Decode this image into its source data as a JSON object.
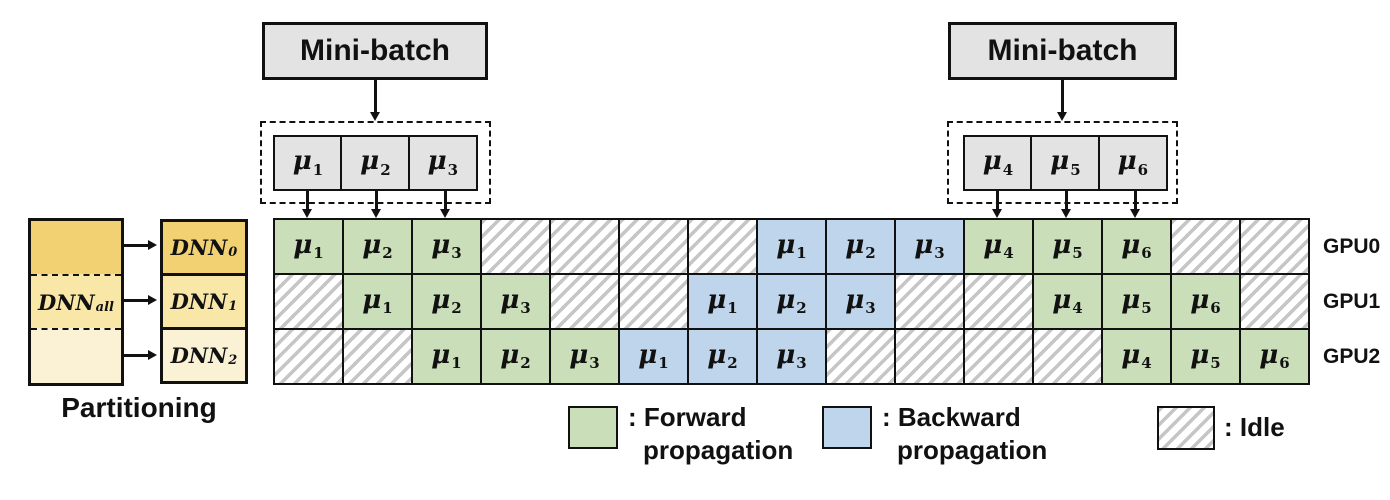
{
  "colors": {
    "forward": "#CBDEBA",
    "backward": "#BFD5EC",
    "idle_hatch": "#C6C6C6",
    "minibatch_fill": "#E3E3E3",
    "dnn_shade_0": "#F2D173",
    "dnn_shade_1": "#F8E7A6",
    "dnn_shade_2": "#FBF1D4",
    "border": "#111111"
  },
  "partitioning": {
    "caption": "Partitioning",
    "source": {
      "base": "DNN",
      "sub": "all"
    },
    "targets": [
      {
        "base": "DNN",
        "sub": "0"
      },
      {
        "base": "DNN",
        "sub": "1"
      },
      {
        "base": "DNN",
        "sub": "2"
      }
    ]
  },
  "minibatches": [
    {
      "title": "Mini-batch",
      "cells": [
        {
          "sym": "μ",
          "sub": "1"
        },
        {
          "sym": "μ",
          "sub": "2"
        },
        {
          "sym": "μ",
          "sub": "3"
        }
      ]
    },
    {
      "title": "Mini-batch",
      "cells": [
        {
          "sym": "μ",
          "sub": "4"
        },
        {
          "sym": "μ",
          "sub": "5"
        },
        {
          "sym": "μ",
          "sub": "6"
        }
      ]
    }
  ],
  "pipeline": {
    "rows": [
      {
        "gpu": "GPU0",
        "cells": [
          {
            "state": "forward",
            "sym": "μ",
            "sub": "1"
          },
          {
            "state": "forward",
            "sym": "μ",
            "sub": "2"
          },
          {
            "state": "forward",
            "sym": "μ",
            "sub": "3"
          },
          {
            "state": "idle"
          },
          {
            "state": "idle"
          },
          {
            "state": "idle"
          },
          {
            "state": "idle"
          },
          {
            "state": "backward",
            "sym": "μ",
            "sub": "1"
          },
          {
            "state": "backward",
            "sym": "μ",
            "sub": "2"
          },
          {
            "state": "backward",
            "sym": "μ",
            "sub": "3"
          },
          {
            "state": "forward",
            "sym": "μ",
            "sub": "4"
          },
          {
            "state": "forward",
            "sym": "μ",
            "sub": "5"
          },
          {
            "state": "forward",
            "sym": "μ",
            "sub": "6"
          },
          {
            "state": "idle"
          },
          {
            "state": "idle"
          }
        ]
      },
      {
        "gpu": "GPU1",
        "cells": [
          {
            "state": "idle"
          },
          {
            "state": "forward",
            "sym": "μ",
            "sub": "1"
          },
          {
            "state": "forward",
            "sym": "μ",
            "sub": "2"
          },
          {
            "state": "forward",
            "sym": "μ",
            "sub": "3"
          },
          {
            "state": "idle"
          },
          {
            "state": "idle"
          },
          {
            "state": "backward",
            "sym": "μ",
            "sub": "1"
          },
          {
            "state": "backward",
            "sym": "μ",
            "sub": "2"
          },
          {
            "state": "backward",
            "sym": "μ",
            "sub": "3"
          },
          {
            "state": "idle"
          },
          {
            "state": "idle"
          },
          {
            "state": "forward",
            "sym": "μ",
            "sub": "4"
          },
          {
            "state": "forward",
            "sym": "μ",
            "sub": "5"
          },
          {
            "state": "forward",
            "sym": "μ",
            "sub": "6"
          },
          {
            "state": "idle"
          }
        ]
      },
      {
        "gpu": "GPU2",
        "cells": [
          {
            "state": "idle"
          },
          {
            "state": "idle"
          },
          {
            "state": "forward",
            "sym": "μ",
            "sub": "1"
          },
          {
            "state": "forward",
            "sym": "μ",
            "sub": "2"
          },
          {
            "state": "forward",
            "sym": "μ",
            "sub": "3"
          },
          {
            "state": "backward",
            "sym": "μ",
            "sub": "1"
          },
          {
            "state": "backward",
            "sym": "μ",
            "sub": "2"
          },
          {
            "state": "backward",
            "sym": "μ",
            "sub": "3"
          },
          {
            "state": "idle"
          },
          {
            "state": "idle"
          },
          {
            "state": "idle"
          },
          {
            "state": "idle"
          },
          {
            "state": "forward",
            "sym": "μ",
            "sub": "4"
          },
          {
            "state": "forward",
            "sym": "μ",
            "sub": "5"
          },
          {
            "state": "forward",
            "sym": "μ",
            "sub": "6"
          }
        ]
      }
    ]
  },
  "legend": [
    {
      "type": "forward",
      "line1": ": Forward",
      "line2": "propagation"
    },
    {
      "type": "backward",
      "line1": ": Backward",
      "line2": "propagation"
    },
    {
      "type": "idle",
      "line1": ": Idle",
      "line2": ""
    }
  ]
}
